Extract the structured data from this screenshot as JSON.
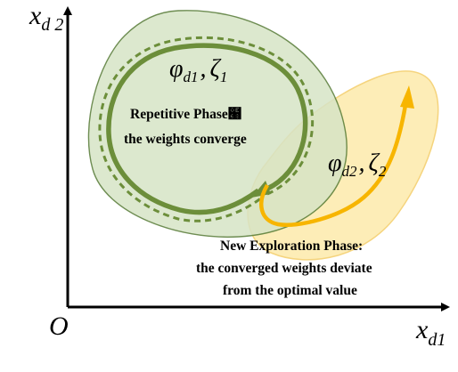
{
  "axes": {
    "y_label": {
      "base": "x",
      "sub": "d 2"
    },
    "x_label": {
      "base": "x",
      "sub": "d1"
    },
    "origin": "O"
  },
  "regions": {
    "repetitive": {
      "symbol_phi": "φ",
      "phi_sub": "d1",
      "comma": ",",
      "symbol_zeta": "ζ",
      "zeta_sub": "1",
      "text_line1": "Repetitive Phase",
      "text_mark": "๨",
      "text_line2": "the weights converge",
      "fill": "#d7e4c6",
      "stroke": "#557a35",
      "path_color": "#6c8e3a"
    },
    "exploration": {
      "symbol_phi": "φ",
      "phi_sub": "d2",
      "comma": ",",
      "symbol_zeta": "ζ",
      "zeta_sub": "2",
      "text_line1": "New Exploration Phase:",
      "text_line2": "the converged weights deviate",
      "text_line3": "from the optimal value",
      "fill": "#fde8a4",
      "stroke": "#f3c95a",
      "path_color": "#f7b500"
    }
  }
}
